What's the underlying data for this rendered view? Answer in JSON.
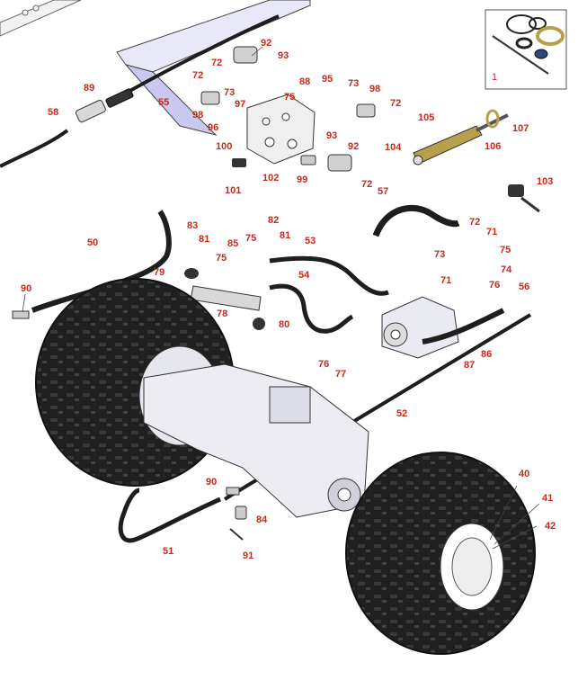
{
  "colors": {
    "callout": "#c8281e",
    "tire": "#1b1b1b",
    "metal": "#dcdce6",
    "frame": "#c9c9f0",
    "brass": "#b8a04a"
  },
  "inset": {
    "label": "1"
  },
  "callouts": [
    {
      "id": "c92a",
      "label": "92"
    },
    {
      "id": "c93a",
      "label": "93"
    },
    {
      "id": "c72a",
      "label": "72"
    },
    {
      "id": "c89",
      "label": "89"
    },
    {
      "id": "c58",
      "label": "58"
    },
    {
      "id": "c55",
      "label": "55"
    },
    {
      "id": "c72b",
      "label": "72"
    },
    {
      "id": "c73a",
      "label": "73"
    },
    {
      "id": "c97",
      "label": "97"
    },
    {
      "id": "c98a",
      "label": "98"
    },
    {
      "id": "c96",
      "label": "96"
    },
    {
      "id": "c88",
      "label": "88"
    },
    {
      "id": "c95",
      "label": "95"
    },
    {
      "id": "c75a",
      "label": "75"
    },
    {
      "id": "c73b",
      "label": "73"
    },
    {
      "id": "c98b",
      "label": "98"
    },
    {
      "id": "c72c",
      "label": "72"
    },
    {
      "id": "c105",
      "label": "105"
    },
    {
      "id": "c107",
      "label": "107"
    },
    {
      "id": "c106",
      "label": "106"
    },
    {
      "id": "c93b",
      "label": "93"
    },
    {
      "id": "c92b",
      "label": "92"
    },
    {
      "id": "c104",
      "label": "104"
    },
    {
      "id": "c100",
      "label": "100"
    },
    {
      "id": "c102",
      "label": "102"
    },
    {
      "id": "c99",
      "label": "99"
    },
    {
      "id": "c101",
      "label": "101"
    },
    {
      "id": "c72d",
      "label": "72"
    },
    {
      "id": "c57",
      "label": "57"
    },
    {
      "id": "c103",
      "label": "103"
    },
    {
      "id": "c83",
      "label": "83"
    },
    {
      "id": "c81a",
      "label": "81"
    },
    {
      "id": "c50",
      "label": "50"
    },
    {
      "id": "c82",
      "label": "82"
    },
    {
      "id": "c75b",
      "label": "75"
    },
    {
      "id": "c81b",
      "label": "81"
    },
    {
      "id": "c53",
      "label": "53"
    },
    {
      "id": "c85",
      "label": "85"
    },
    {
      "id": "c75c",
      "label": "75"
    },
    {
      "id": "c79",
      "label": "79"
    },
    {
      "id": "c54",
      "label": "54"
    },
    {
      "id": "c90a",
      "label": "90"
    },
    {
      "id": "c78",
      "label": "78"
    },
    {
      "id": "c80",
      "label": "80"
    },
    {
      "id": "c72e",
      "label": "72"
    },
    {
      "id": "c71a",
      "label": "71"
    },
    {
      "id": "c73c",
      "label": "73"
    },
    {
      "id": "c75d",
      "label": "75"
    },
    {
      "id": "c74",
      "label": "74"
    },
    {
      "id": "c71b",
      "label": "71"
    },
    {
      "id": "c76a",
      "label": "76"
    },
    {
      "id": "c56",
      "label": "56"
    },
    {
      "id": "c86",
      "label": "86"
    },
    {
      "id": "c87",
      "label": "87"
    },
    {
      "id": "c76b",
      "label": "76"
    },
    {
      "id": "c77",
      "label": "77"
    },
    {
      "id": "c52",
      "label": "52"
    },
    {
      "id": "c40",
      "label": "40"
    },
    {
      "id": "c41",
      "label": "41"
    },
    {
      "id": "c42",
      "label": "42"
    },
    {
      "id": "c90b",
      "label": "90"
    },
    {
      "id": "c84",
      "label": "84"
    },
    {
      "id": "c51",
      "label": "51"
    },
    {
      "id": "c91",
      "label": "91"
    }
  ]
}
